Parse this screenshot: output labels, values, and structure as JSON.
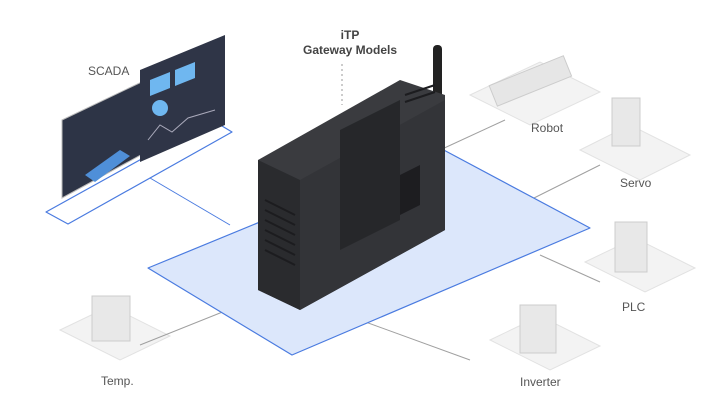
{
  "gateway": {
    "line1": "iTP",
    "line2": "Gateway Models"
  },
  "nodes": {
    "scada": "SCADA",
    "robot": "Robot",
    "servo": "Servo",
    "plc": "PLC",
    "inverter": "Inverter",
    "temp": "Temp."
  },
  "colors": {
    "plane_fill": "#dce7fb",
    "plane_stroke": "#4a7be0",
    "device": "#2e2f33",
    "connector": "#9a9a9a",
    "pad": "#f1f1f1"
  }
}
